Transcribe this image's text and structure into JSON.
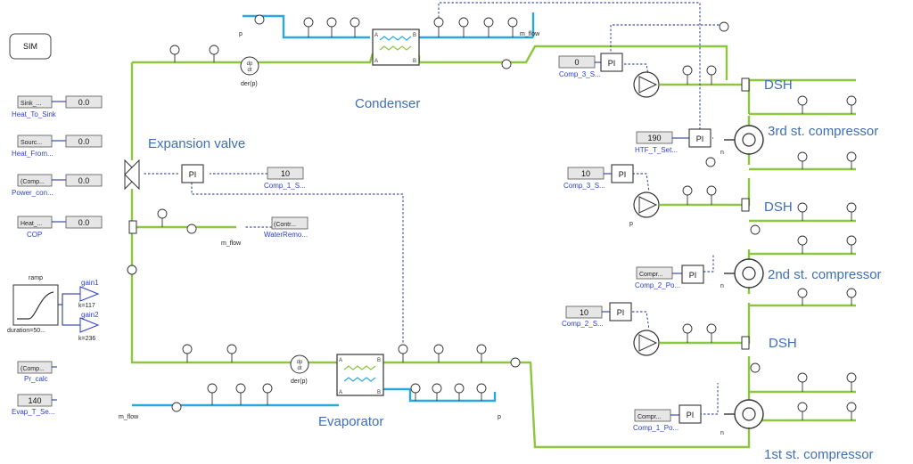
{
  "labels": {
    "condenser": "Condenser",
    "expansion_valve": "Expansion valve",
    "evaporator": "Evaporator",
    "dsh_top": "DSH",
    "dsh_mid": "DSH",
    "dsh_bot": "DSH",
    "comp3": "3rd st. compressor",
    "comp2": "2nd st. compressor",
    "comp1": "1st st. compressor"
  },
  "sim_block": "SIM",
  "outputs": [
    {
      "block": "Sink_...",
      "value": "0.0",
      "caption": "Heat_To_Sink"
    },
    {
      "block": "Sourc...",
      "value": "0.0",
      "caption": "Heat_From..."
    },
    {
      "block": "(Comp...",
      "value": "0.0",
      "caption": "Power_con..."
    },
    {
      "block": "Heat_...",
      "value": "0.0",
      "caption": "COP"
    }
  ],
  "ramp": {
    "title": "ramp",
    "caption": "duration=50...",
    "gain1": "gain1",
    "k1": "k=117",
    "gain2": "gain2",
    "k2": "k=236"
  },
  "pr_calc": {
    "block": "(Comp...",
    "caption": "Pr_calc"
  },
  "evap_set": {
    "value": "140",
    "caption": "Evap_T_Se..."
  },
  "setpoints": {
    "comp3_s": {
      "value": "0",
      "caption": "Comp_3_S..."
    },
    "htf": {
      "value": "190",
      "caption": "HTF_T_Set..."
    },
    "comp3_s2": {
      "value": "10",
      "caption": "Comp_3_S..."
    },
    "comp1_s": {
      "value": "10",
      "caption": "Comp_1_S..."
    },
    "water": {
      "value": "(Contr...",
      "caption": "WaterRemo..."
    },
    "comp2_po": {
      "value": "Compr...",
      "caption": "Comp_2_Po..."
    },
    "comp2_s": {
      "value": "10",
      "caption": "Comp_2_S..."
    },
    "comp1_po": {
      "value": "Compr...",
      "caption": "Comp_1_Po..."
    }
  },
  "ports": {
    "mflow_top": "m_flow",
    "p_top": "p",
    "mflow_valve": "m_flow",
    "mflow_bot": "m_flow",
    "p_bot": "p",
    "n": "n",
    "p": "p"
  },
  "pi": "PI",
  "derp": "der(p)",
  "dpdt_top": "dp",
  "dpdt_bot": "dt"
}
